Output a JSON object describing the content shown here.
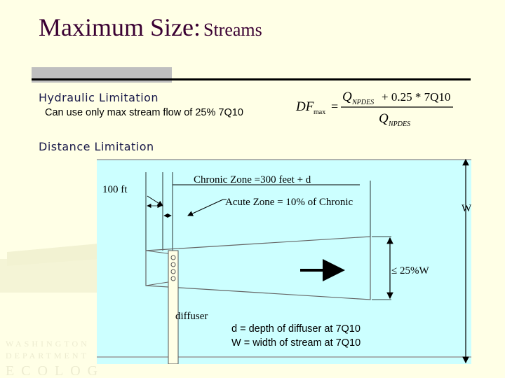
{
  "slide": {
    "title_main": "Maximum Size:",
    "title_sub": "Streams",
    "hydraulic_heading": "Hydraulic Limitation",
    "hydraulic_text": "Can use only max stream flow of 25% 7Q10",
    "distance_heading": "Distance Limitation"
  },
  "formula": {
    "lhs": "DF",
    "lhs_sub": "max",
    "equals": "=",
    "numerator_q": "Q",
    "numerator_q_sub": "NPDES",
    "numerator_rest": "+ 0.25 * 7Q10",
    "denominator_q": "Q",
    "denominator_q_sub": "NPDES"
  },
  "diagram": {
    "label_100ft": "100 ft",
    "label_chronic": "Chronic Zone =300 feet + d",
    "label_acute": "Acute Zone = 10% of Chronic",
    "label_w": "W",
    "label_25w": "≤ 25%W",
    "label_diffuser": "diffuser",
    "note_d": "d = depth of diffuser at 7Q10",
    "note_w": "W = width of stream at 7Q10"
  },
  "colors": {
    "background": "#ffffe6",
    "stream": "#ccffff",
    "title": "#3a0033",
    "heading": "#1a1a4a"
  }
}
